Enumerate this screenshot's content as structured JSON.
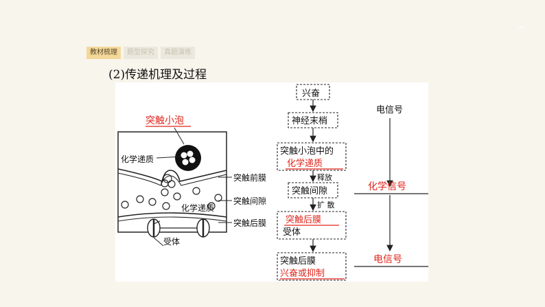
{
  "tabs": [
    {
      "label": "教材梳理",
      "active": true
    },
    {
      "label": "题型探究",
      "active": false
    },
    {
      "label": "真题演练",
      "active": false
    }
  ],
  "section_title": "(2)传递机理及过程",
  "diagram": {
    "vesicle_label": "突触小泡",
    "neurotransmitter_label": "化学递质",
    "presynaptic_membrane_label": "突触前膜",
    "synaptic_cleft_label": "突触间隙",
    "postsynaptic_membrane_label": "突触后膜",
    "cleft_transmitter_label": "化学递质",
    "receptor_label": "受体"
  },
  "flow": {
    "step1": "兴奋",
    "step2": "神经末梢",
    "step3_line1": "突触小泡中的",
    "step3_line2": "化学递质",
    "arrow1": "释放",
    "step4": "突触间隙",
    "arrow2": "扩 散",
    "step5_line1": "突触后膜",
    "step5_line2": "受体",
    "step6_line1": "突触后膜",
    "step6_line2": "兴奋或抑制"
  },
  "signals": {
    "header": "电信号",
    "middle": "化学信号",
    "bottom": "电信号"
  },
  "colors": {
    "accent_red": "#e0241b",
    "tab_active": "#f4d89a",
    "background": "#f8f5ed"
  },
  "icons": [
    "decorative-caret-icon"
  ]
}
